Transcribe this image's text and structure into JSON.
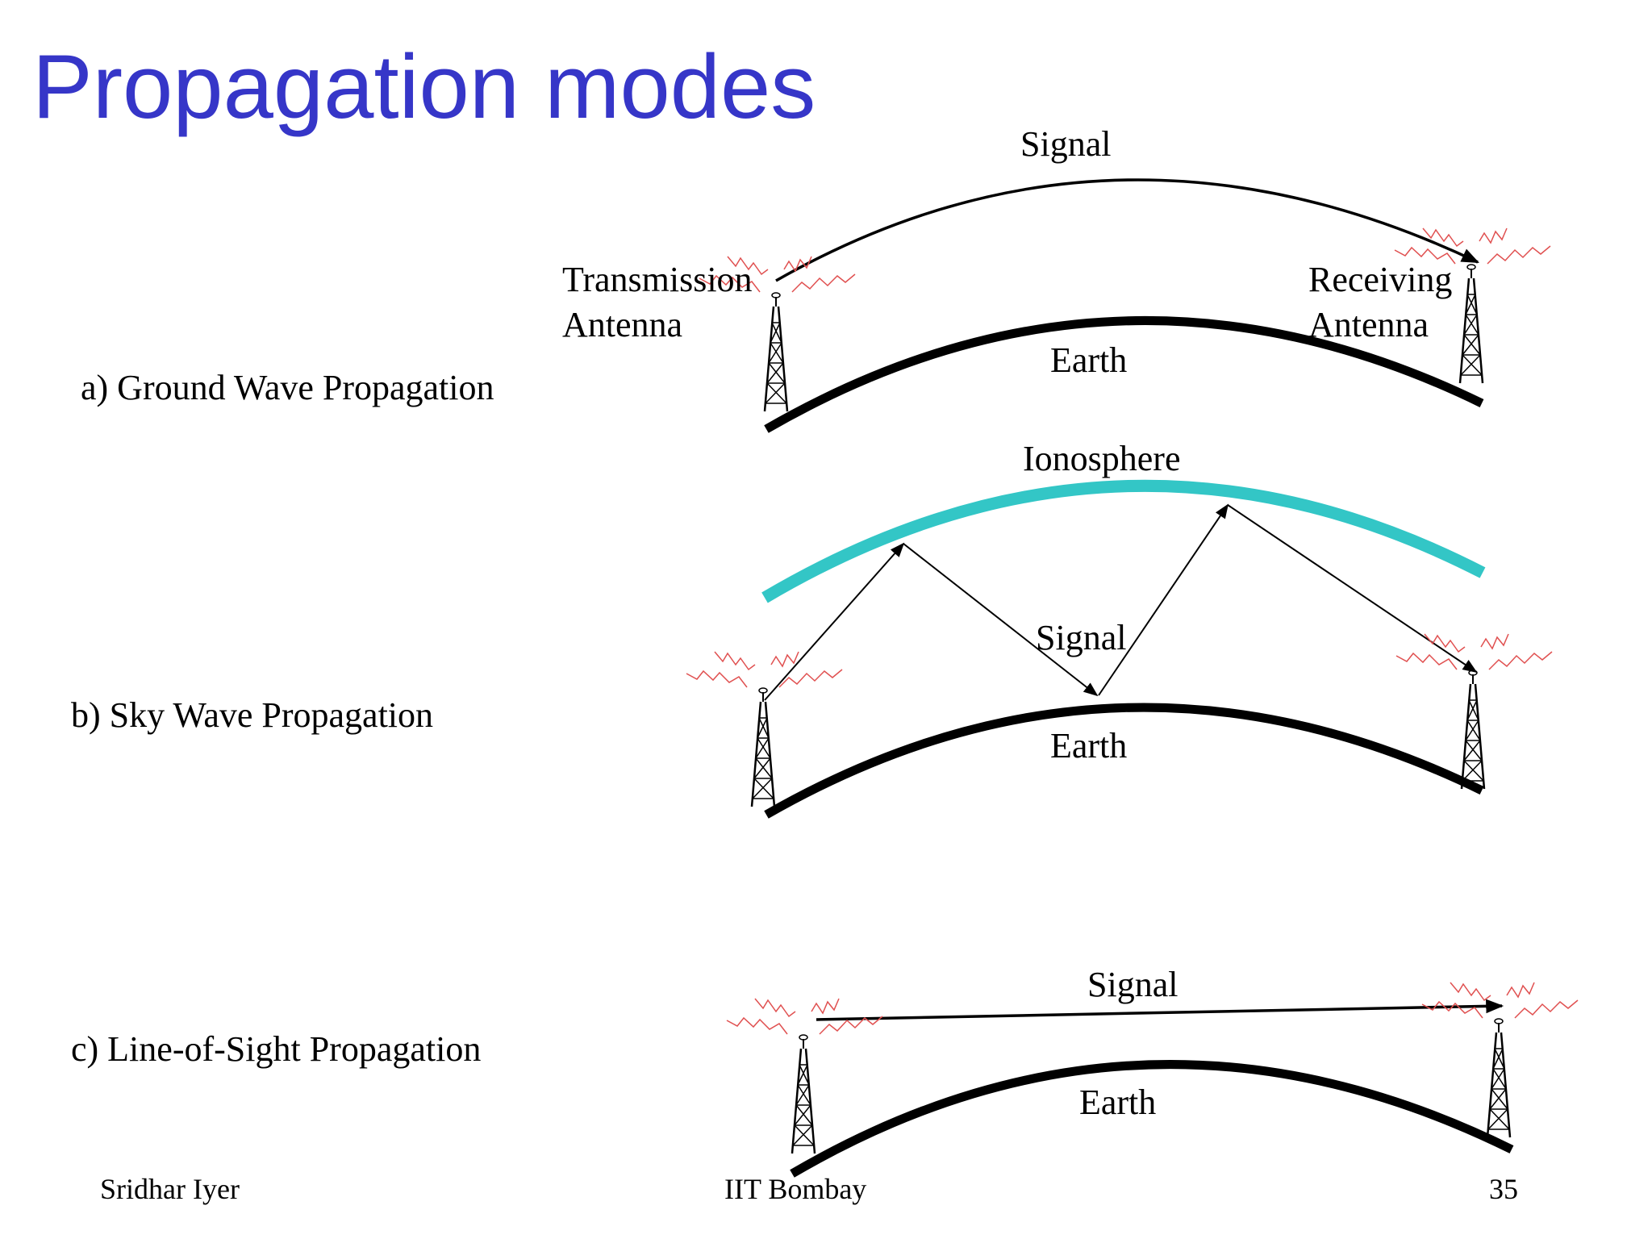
{
  "slide": {
    "title": "Propagation modes",
    "footer": {
      "author": "Sridhar Iyer",
      "institution": "IIT Bombay",
      "page": "35"
    }
  },
  "colors": {
    "title": "#3636c8",
    "ionosphere": "#33c6c6",
    "earth": "#000000",
    "radiation": "#e05050"
  },
  "sections": {
    "ground": {
      "label": "a) Ground Wave Propagation",
      "signal": "Signal",
      "earth": "Earth",
      "tx_line1": "Transmission",
      "tx_line2": "Antenna",
      "rx_line1": "Receiving",
      "rx_line2": "Antenna"
    },
    "sky": {
      "label": "b) Sky Wave Propagation",
      "ionosphere": "Ionosphere",
      "signal": "Signal",
      "earth": "Earth"
    },
    "los": {
      "label": "c) Line-of-Sight Propagation",
      "signal": "Signal",
      "earth": "Earth"
    }
  },
  "icons": [
    "antenna-tower-icon",
    "radiation-zigzag-icon",
    "arrowhead-icon"
  ]
}
